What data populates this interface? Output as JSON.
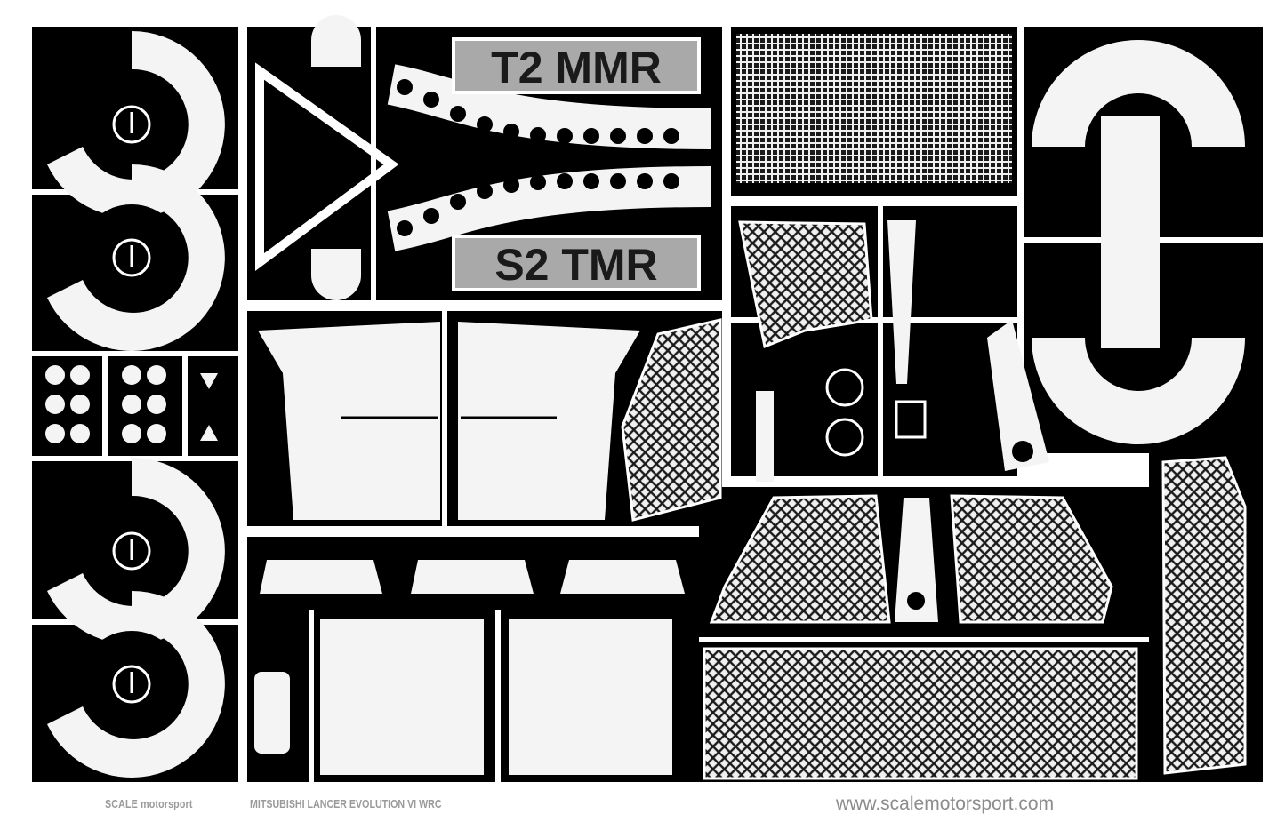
{
  "plates": {
    "top": "T2 MMR",
    "bottom": "S2 TMR"
  },
  "footer": {
    "brand": "SCALE motorsport",
    "model": "MITSUBISHI LANCER EVOLUTION VI WRC",
    "url": "www.scalemotorsport.com"
  },
  "colors": {
    "fret": "#000000",
    "metal": "#f4f4f4",
    "plate": "#a9a9a9",
    "text": "#9a9a9a"
  }
}
